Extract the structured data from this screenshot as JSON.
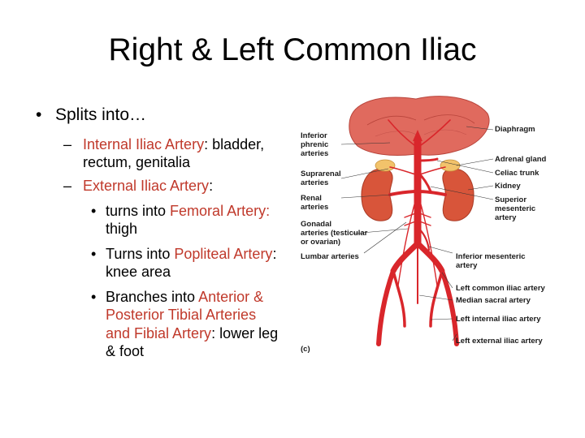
{
  "slide": {
    "title": "Right & Left Common Iliac",
    "bullets": {
      "b1": "Splits into…",
      "b2_red": "Internal Iliac Artery",
      "b2_rest": ": bladder, rectum, genitalia",
      "b3_red": "External Iliac Artery",
      "b3_rest": ":",
      "b4_pre": "turns into ",
      "b4_red": "Femoral Artery:",
      "b4_rest": " thigh",
      "b5_pre": "Turns into ",
      "b5_red": "Popliteal Artery",
      "b5_rest": ": knee area",
      "b6_pre": "Branches into ",
      "b6_red": "Anterior & Posterior Tibial Arteries and Fibial Artery",
      "b6_rest": ": lower leg & foot"
    }
  },
  "figure": {
    "left_labels": {
      "inferior_phrenic": [
        "Inferior",
        "phrenic",
        "arteries"
      ],
      "suprarenal": [
        "Suprarenal",
        "arteries"
      ],
      "renal": [
        "Renal",
        "arteries"
      ],
      "gonadal": [
        "Gonadal",
        "arteries (testicular",
        "or ovarian)"
      ],
      "lumbar": [
        "Lumbar arteries"
      ]
    },
    "right_labels": {
      "diaphragm": [
        "Diaphragm"
      ],
      "adrenal": [
        "Adrenal gland"
      ],
      "celiac": [
        "Celiac trunk"
      ],
      "kidney": [
        "Kidney"
      ],
      "superior_mesenteric": [
        "Superior",
        "mesenteric",
        "artery"
      ],
      "inferior_mesenteric": [
        "Inferior mesenteric",
        "artery"
      ],
      "left_common_iliac": [
        "Left common iliac artery"
      ],
      "median_sacral": [
        "Median sacral artery"
      ],
      "left_internal_iliac": [
        "Left internal iliac artery"
      ],
      "left_external_iliac": [
        "Left external iliac artery"
      ]
    },
    "panel_letter": "(c)",
    "colors": {
      "artery": "#d9262b",
      "diaphragm": "#e06a5e",
      "kidney": "#d8553a",
      "adrenal": "#f2c36b"
    }
  }
}
